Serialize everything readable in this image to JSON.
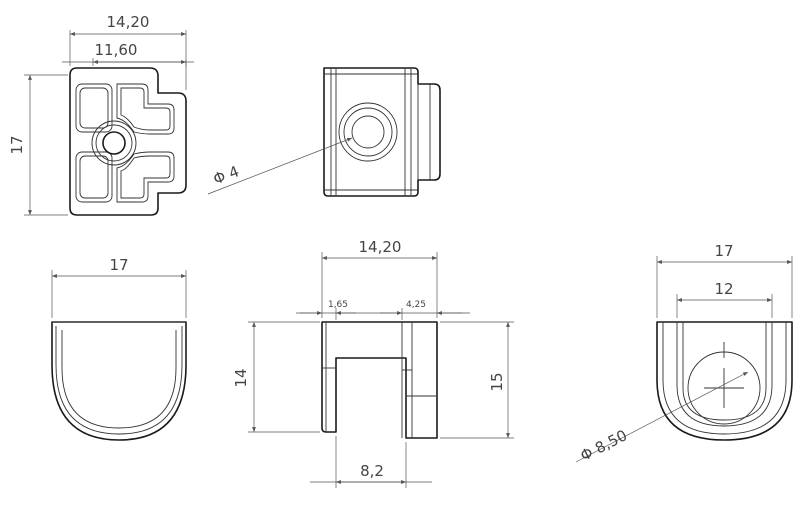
{
  "views": {
    "top_left": {
      "width_outer": "14,20",
      "width_inner": "11,60",
      "height": "17"
    },
    "top_middle": {
      "hole_diameter": "Φ 4"
    },
    "bottom_left": {
      "width": "17"
    },
    "bottom_middle": {
      "width_outer": "14,20",
      "wall_left": "1,65",
      "wall_right": "4,25",
      "height_inner": "14",
      "height_outer": "15",
      "slot_width": "8,2"
    },
    "bottom_right": {
      "width_outer": "17",
      "width_inner": "12",
      "hole_diameter": "Φ 8,50"
    }
  }
}
